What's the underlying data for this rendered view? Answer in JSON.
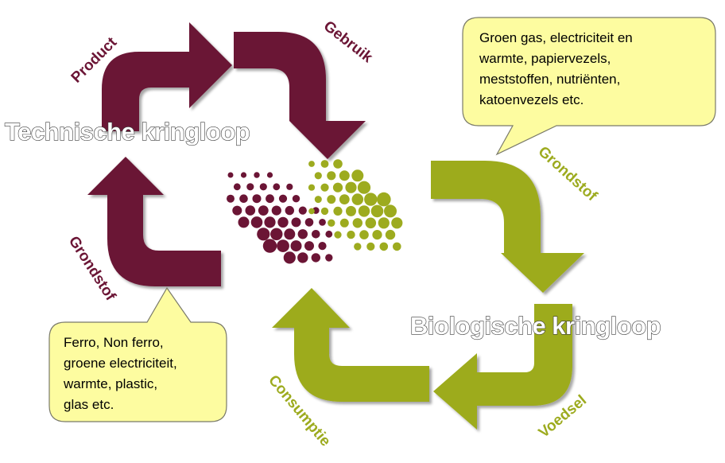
{
  "colors": {
    "technical": "#6b1535",
    "biological": "#9dab1f",
    "callout_fill": "#fdfca0",
    "callout_stroke": "#7a7a6a"
  },
  "technical_cycle": {
    "title": "Technische kringloop",
    "labels": {
      "product": "Product",
      "gebruik": "Gebruik",
      "grondstof": "Grondstof"
    }
  },
  "biological_cycle": {
    "title": "Biologische kringloop",
    "labels": {
      "grondstof": "Grondstof",
      "voedsel": "Voedsel",
      "consumptie": "Consumptie"
    }
  },
  "callouts": {
    "biological": {
      "lines": [
        "Groen gas, electriciteit en",
        "warmte, papiervezels,",
        "meststoffen, nutriënten,",
        "katoenvezels etc."
      ]
    },
    "technical": {
      "lines": [
        "Ferro, Non ferro,",
        "groene electriciteit,",
        "warmte, plastic,",
        "glas etc."
      ]
    }
  },
  "icons": {
    "technical_dots": "halftone-dots-icon",
    "biological_dots": "halftone-dots-icon"
  }
}
